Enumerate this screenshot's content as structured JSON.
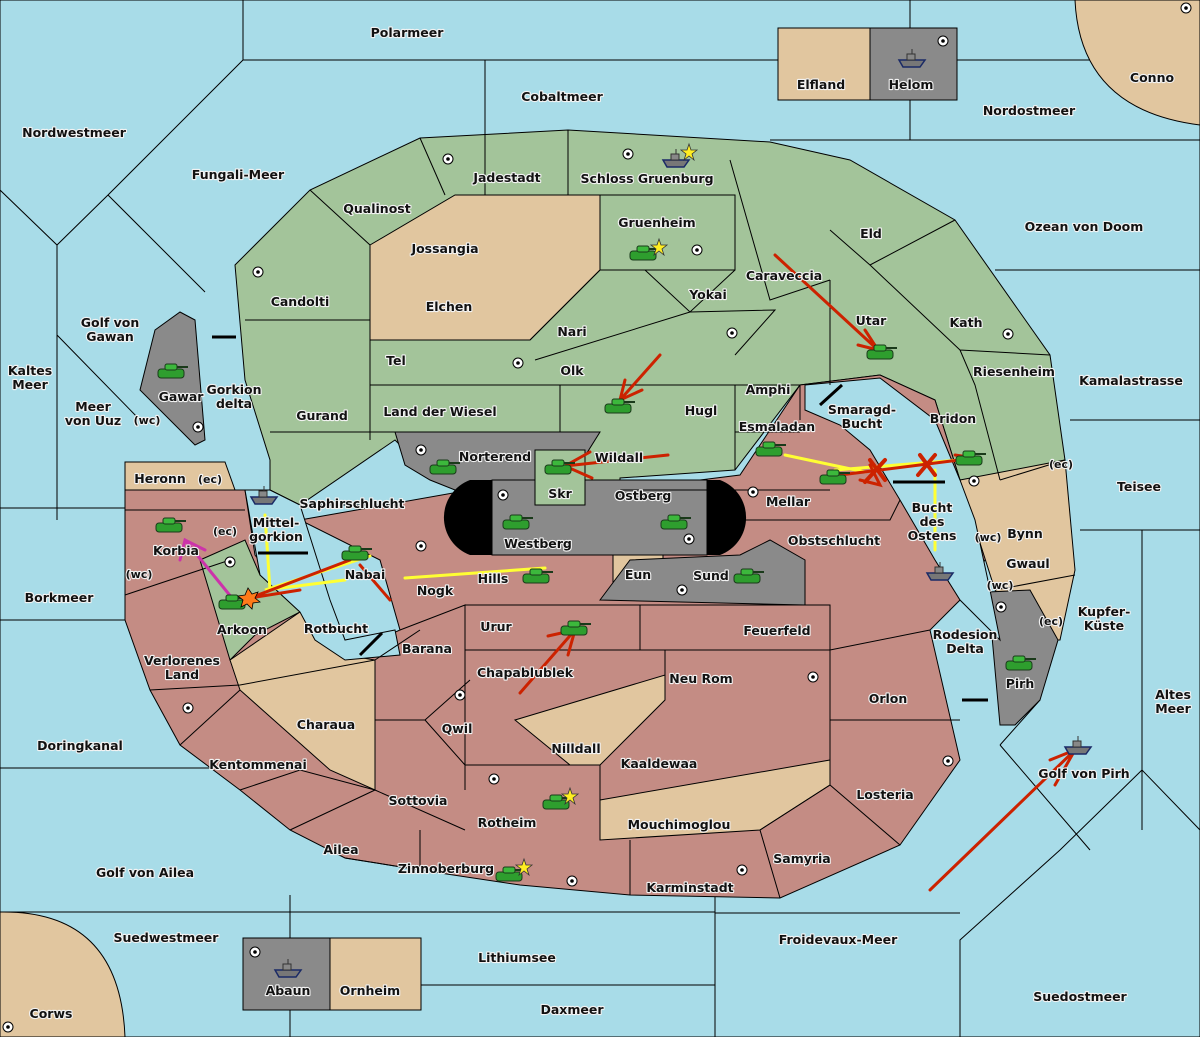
{
  "game": "Diplomacy map",
  "colors": {
    "sea": "#a8dce8",
    "green_power": "#a3c49a",
    "red_power": "#c48c84",
    "neutral": "#e1c69f",
    "gray_power": "#8a8a8a",
    "move_order": "#cc2200",
    "support_order": "#ffff33",
    "convoy_order": "#cc33aa",
    "supply_center": "#ffffff"
  },
  "sea_regions": {
    "polarmeer": "Polarmeer",
    "cobaltmeer": "Cobaltmeer",
    "nordwestmeer": "Nordwestmeer",
    "fungali": "Fungali-Meer",
    "nordostmeer": "Nordostmeer",
    "ozean_von_doom": "Ozean von Doom",
    "golf_von_gawan": "Golf von\nGawan",
    "kaltes_meer": "Kaltes\nMeer",
    "meer_von_uuz": "Meer\nvon Uuz",
    "gorkion_delta": "Gorkion\ndelta",
    "mittelgorkion": "Mittel-\ngorkion",
    "rotbucht": "Rotbucht",
    "smaragd_bucht": "Smaragd-\nBucht",
    "bucht_des_ostens": "Bucht\ndes\nOstens",
    "kamalastrasse": "Kamalastrasse",
    "teisee": "Teisee",
    "kupfer_kueste": "Kupfer-\nKüste",
    "rodesion_delta": "Rodesion\nDelta",
    "altes_meer": "Altes\nMeer",
    "golf_von_pirh": "Golf von Pirh",
    "borkmeer": "Borkmeer",
    "doringkanal": "Doringkanal",
    "golf_von_ailea": "Golf von Ailea",
    "suedwestmeer": "Suedwestmeer",
    "lithiumsee": "Lithiumsee",
    "daxmeer": "Daxmeer",
    "froidevaux": "Froidevaux-Meer",
    "suedostmeer": "Suedostmeer"
  },
  "land_regions": {
    "elfland": "Elfland",
    "helom": "Helom",
    "conno": "Conno",
    "jadestadt": "Jadestadt",
    "schloss_gruenburg": "Schloss Gruenburg",
    "qualinost": "Qualinost",
    "gruenheim": "Gruenheim",
    "jossangia": "Jossangia",
    "elchen": "Elchen",
    "candolti": "Candolti",
    "caraveccia": "Caraveccia",
    "eld": "Eld",
    "yokai": "Yokai",
    "nari": "Nari",
    "tel": "Tel",
    "olk": "Olk",
    "utar": "Utar",
    "kath": "Kath",
    "gurand": "Gurand",
    "land_der_wiesel": "Land der Wiesel",
    "hugl": "Hugl",
    "amphi": "Amphi",
    "riesenheim": "Riesenheim",
    "gawar": "Gawar",
    "bridon": "Bridon",
    "esmaladan": "Esmaladan",
    "norterend": "Norterend",
    "wildall": "Wildall",
    "skr": "Skr",
    "heronn": "Heronn",
    "ostberg": "Ostberg",
    "mellar": "Mellar",
    "saphirschlucht": "Saphirschlucht",
    "westberg": "Westberg",
    "korbia": "Korbia",
    "bynn": "Bynn",
    "obstschlucht": "Obstschlucht",
    "nabai": "Nabai",
    "eun": "Eun",
    "gwaul": "Gwaul",
    "hills": "Hills",
    "sund": "Sund",
    "nogk": "Nogk",
    "arkoon": "Arkoon",
    "urur": "Urur",
    "feuerfeld": "Feuerfeld",
    "barana": "Barana",
    "pirh": "Pirh",
    "verlorenes_land": "Verlorenes\nLand",
    "chapablublek": "Chapablublek",
    "neu_rom": "Neu Rom",
    "orlon": "Orlon",
    "charaua": "Charaua",
    "qwil": "Qwil",
    "nilldall": "Nilldall",
    "kaaldewaa": "Kaaldewaa",
    "kentommenai": "Kentommenai",
    "sottovia": "Sottovia",
    "losteria": "Losteria",
    "rotheim": "Rotheim",
    "mouchimoglou": "Mouchimoglou",
    "ailea": "Ailea",
    "samyria": "Samyria",
    "zinnoberburg": "Zinnoberburg",
    "karminstadt": "Karminstadt",
    "abaun": "Abaun",
    "ornheim": "Ornheim",
    "corws": "Corws"
  },
  "coast_labels": {
    "wc": "(wc)",
    "ec": "(ec)"
  },
  "units": [
    {
      "type": "fleet",
      "location": "Schloss Gruenburg",
      "power": "green",
      "star": true
    },
    {
      "type": "fleet",
      "location": "Helom",
      "power": "gray"
    },
    {
      "type": "army",
      "location": "Gruenheim",
      "power": "green",
      "star": true
    },
    {
      "type": "army",
      "location": "Utar",
      "power": "green"
    },
    {
      "type": "army",
      "location": "Hugl",
      "power": "green"
    },
    {
      "type": "army",
      "location": "Gawar",
      "power": "green"
    },
    {
      "type": "army",
      "location": "Norterend",
      "power": "green"
    },
    {
      "type": "army",
      "location": "Skr",
      "power": "green"
    },
    {
      "type": "army",
      "location": "Esmaladan",
      "power": "green"
    },
    {
      "type": "army",
      "location": "Mellar",
      "power": "green"
    },
    {
      "type": "army",
      "location": "Bridon",
      "power": "green"
    },
    {
      "type": "army",
      "location": "Westberg",
      "power": "green"
    },
    {
      "type": "army",
      "location": "Ostberg",
      "power": "green"
    },
    {
      "type": "army",
      "location": "Sund",
      "power": "green"
    },
    {
      "type": "army",
      "location": "Hills",
      "power": "green"
    },
    {
      "type": "army",
      "location": "Nabai",
      "power": "green"
    },
    {
      "type": "army",
      "location": "Korbia",
      "power": "green"
    },
    {
      "type": "army",
      "location": "Arkoon",
      "power": "green",
      "dislodged": true
    },
    {
      "type": "army",
      "location": "Urur",
      "power": "green"
    },
    {
      "type": "army",
      "location": "Pirh",
      "power": "green"
    },
    {
      "type": "army",
      "location": "Rotheim",
      "power": "green",
      "star": true
    },
    {
      "type": "army",
      "location": "Zinnoberburg",
      "power": "green",
      "star": true
    },
    {
      "type": "fleet",
      "location": "Mittelgorkion",
      "power": "green"
    },
    {
      "type": "fleet",
      "location": "Bucht des Ostens",
      "power": "red"
    },
    {
      "type": "fleet",
      "location": "Golf von Pirh",
      "power": "red"
    },
    {
      "type": "fleet",
      "location": "Abaun",
      "power": "gray"
    }
  ]
}
